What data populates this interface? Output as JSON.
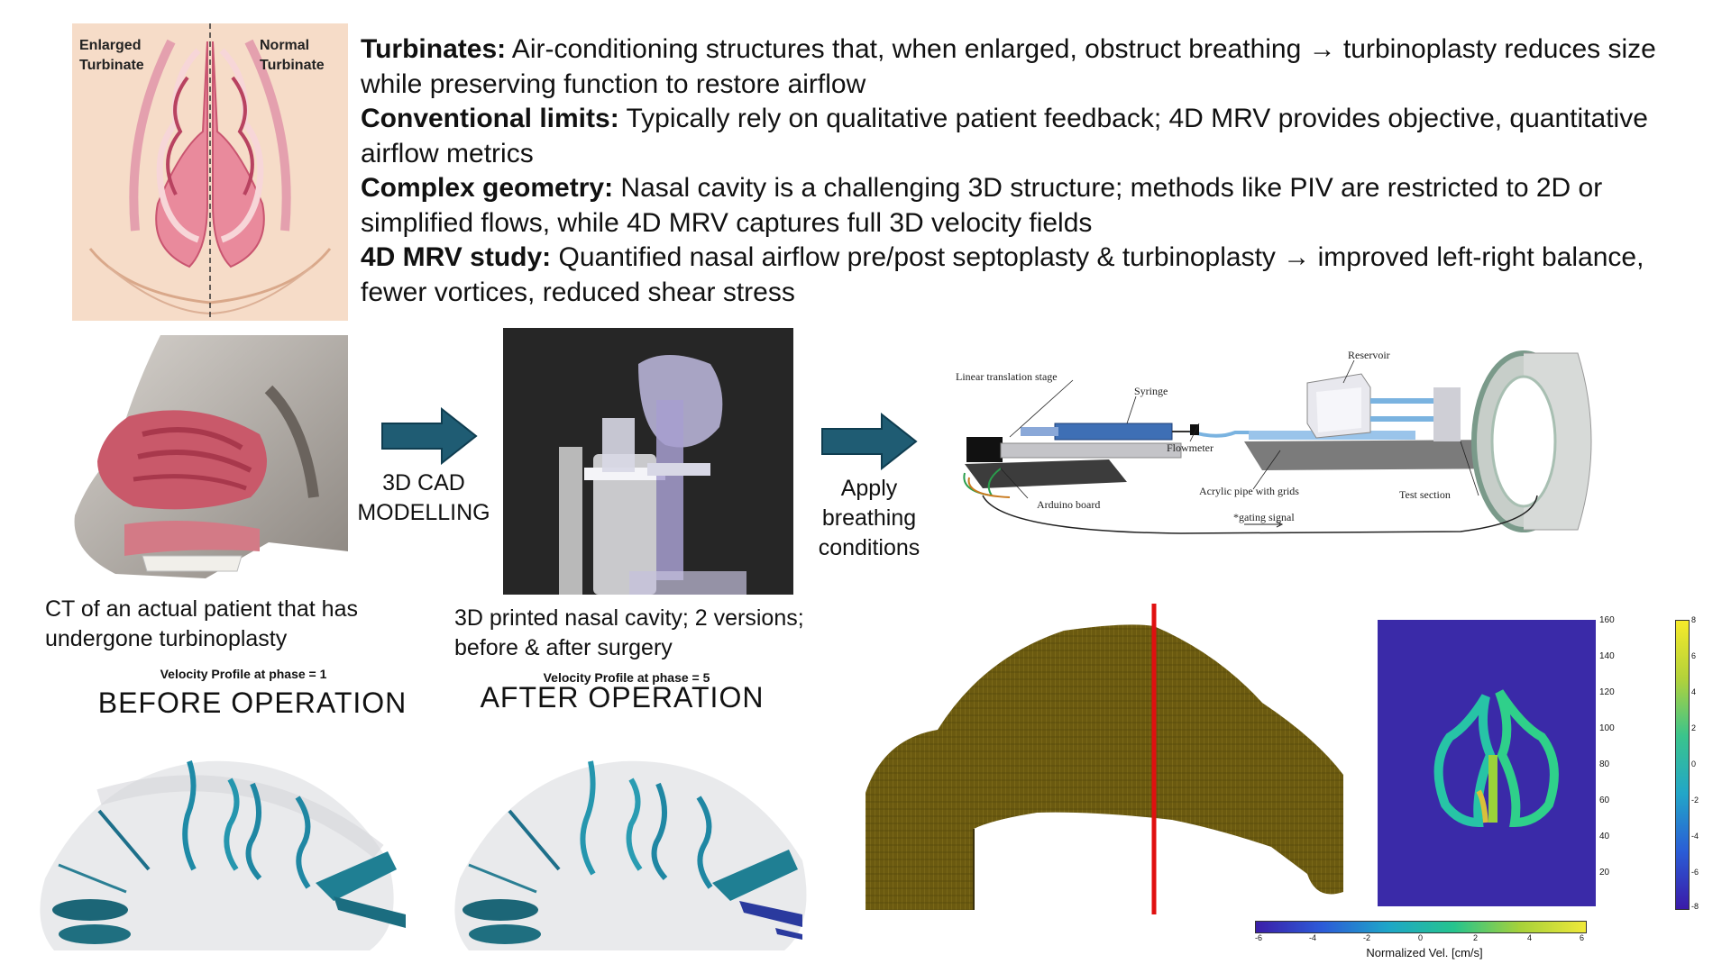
{
  "diagram_labels": {
    "enlarged_turbinate": [
      "Enlarged",
      "Turbinate"
    ],
    "normal_turbinate": [
      "Normal",
      "Turbinate"
    ]
  },
  "bullets": [
    {
      "heading": "Turbinates:",
      "text": " Air-conditioning structures that, when enlarged, obstruct breathing → turbinoplasty reduces size while preserving function to restore airflow"
    },
    {
      "heading": "Conventional limits:",
      "text": " Typically rely on qualitative patient feedback; 4D MRV provides objective, quantitative airflow metrics"
    },
    {
      "heading": "Complex geometry:",
      "text": " Nasal cavity is a challenging 3D structure; methods like PIV are restricted to 2D or simplified flows, while 4D MRV captures full 3D velocity fields"
    },
    {
      "heading": "4D MRV study:",
      "text": " Quantified nasal airflow pre/post septoplasty & turbinoplasty → improved left-right balance, fewer vortices, reduced shear stress"
    }
  ],
  "steps": {
    "arrow1_label": [
      "3D CAD",
      "MODELLING"
    ],
    "arrow2_label": [
      "Apply",
      "breathing",
      "conditions"
    ]
  },
  "captions": {
    "ct": [
      "CT of an actual patient that has",
      "undergone turbinoplasty"
    ],
    "printed": [
      "3D printed nasal cavity; 2 versions;",
      "before & after surgery"
    ]
  },
  "setup_labels": {
    "linear_stage": "Linear translation stage",
    "syringe": "Syringe",
    "reservoir": "Reservoir",
    "flowmeter": "Flowmeter",
    "acrylic": "Acrylic pipe with grids",
    "test_section": "Test section",
    "arduino": "Arduino board",
    "gating": "*gating signal"
  },
  "before": {
    "subtitle": "Velocity Profile at phase = 1",
    "title": "BEFORE OPERATION"
  },
  "after": {
    "subtitle": "Velocity Profile at phase = 5",
    "title": "AFTER OPERATION"
  },
  "heatmap": {
    "y_ticks": [
      "160",
      "140",
      "120",
      "100",
      "80",
      "60",
      "40",
      "20"
    ],
    "x_ticks": [
      "-6",
      "-4",
      "-2",
      "0",
      "2",
      "4",
      "6"
    ],
    "xlabel": "Normalized Vel. [cm/s]",
    "side_ticks": [
      "8",
      "6",
      "4",
      "2",
      "0",
      "-2",
      "-4",
      "-6",
      "-8"
    ]
  },
  "colors": {
    "arrow": "#1f5c73",
    "red_line": "#e01010",
    "heatmap_bg": "#3a2aa8",
    "mesh": "#6b5a10"
  }
}
